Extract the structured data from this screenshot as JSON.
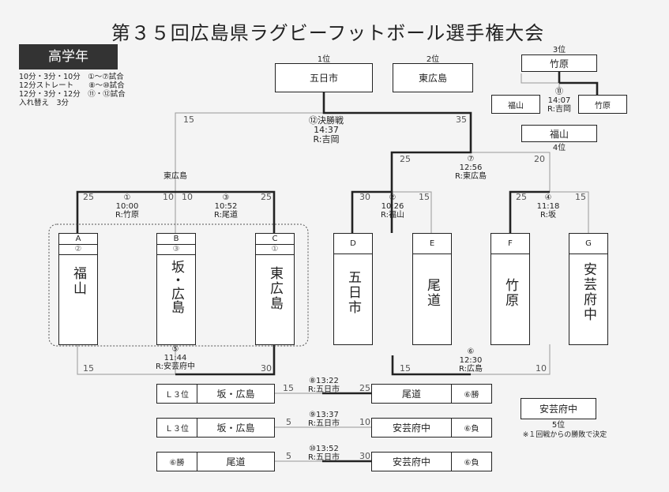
{
  "title": "第３５回広島県ラグビーフットボール選手権大会",
  "category": "高学年",
  "rules": [
    "10分・3分・10分　①〜⑦試合",
    "12分ストレート　　⑧〜⑩試合",
    "12分・3分・12分　⑪・⑫試合",
    "入れ替え　3分"
  ],
  "podium": {
    "first_label": "1位",
    "first_team": "五日市",
    "second_label": "2位",
    "second_team": "東広島",
    "third_label": "3位",
    "third_team": "竹原",
    "fourth_label": "4位",
    "fourth_team": "福山",
    "fifth_label": "5位",
    "fifth_team": "安芸府中"
  },
  "third_place_match": {
    "left_team": "福山",
    "right_team": "竹原",
    "info": [
      "⑪",
      "14:07",
      "R:吉岡"
    ]
  },
  "final": {
    "info": [
      "⑫決勝戦",
      "14:37",
      "R:吉岡"
    ],
    "left_score": "15",
    "right_score": "35",
    "left_label": "東広島"
  },
  "semi": {
    "info": [
      "⑦",
      "12:56",
      "R:東広島"
    ],
    "left_score": "25",
    "right_score": "20"
  },
  "matches": {
    "m1": {
      "info": [
        "①",
        "10:00",
        "R:竹原"
      ],
      "left": "25",
      "right": "10"
    },
    "m3": {
      "info": [
        "③",
        "10:52",
        "R:尾道"
      ],
      "left": "10",
      "right": "25"
    },
    "m2": {
      "info": [
        "②",
        "10:26",
        "R:福山"
      ],
      "left": "30",
      "right": "15"
    },
    "m4": {
      "info": [
        "④",
        "11:18",
        "R:坂"
      ],
      "left": "25",
      "right": "15"
    },
    "m5": {
      "info": [
        "⑤",
        "11:44",
        "R:安芸府中"
      ],
      "left": "15",
      "right": "30"
    },
    "m6": {
      "info": [
        "⑥",
        "12:30",
        "R:広島"
      ],
      "left": "15",
      "right": "10"
    }
  },
  "teams": [
    {
      "letter": "A",
      "rank": "②",
      "name": "福山"
    },
    {
      "letter": "B",
      "rank": "③",
      "name": "坂・広島"
    },
    {
      "letter": "C",
      "rank": "①",
      "name": "東広島"
    },
    {
      "letter": "D",
      "rank": "",
      "name": "五日市"
    },
    {
      "letter": "E",
      "rank": "",
      "name": "尾道"
    },
    {
      "letter": "F",
      "rank": "",
      "name": "竹原"
    },
    {
      "letter": "G",
      "rank": "",
      "name": "安芸府中"
    }
  ],
  "placement": [
    {
      "left_tag": "Ｌ３位",
      "left_team": "坂・広島",
      "info": [
        "⑧13:22",
        "R:五日市"
      ],
      "left_score": "15",
      "right_score": "25",
      "right_team": "尾道",
      "right_tag": "⑥勝"
    },
    {
      "left_tag": "Ｌ３位",
      "left_team": "坂・広島",
      "info": [
        "⑨13:37",
        "R:五日市"
      ],
      "left_score": "5",
      "right_score": "10",
      "right_team": "安芸府中",
      "right_tag": "⑥負"
    },
    {
      "left_tag": "⑥勝",
      "left_team": "尾道",
      "info": [
        "⑩13:52",
        "R:五日市"
      ],
      "left_score": "5",
      "right_score": "30",
      "right_team": "安芸府中",
      "right_tag": "⑥負"
    }
  ],
  "footnote": "※１回戦からの勝敗で決定"
}
